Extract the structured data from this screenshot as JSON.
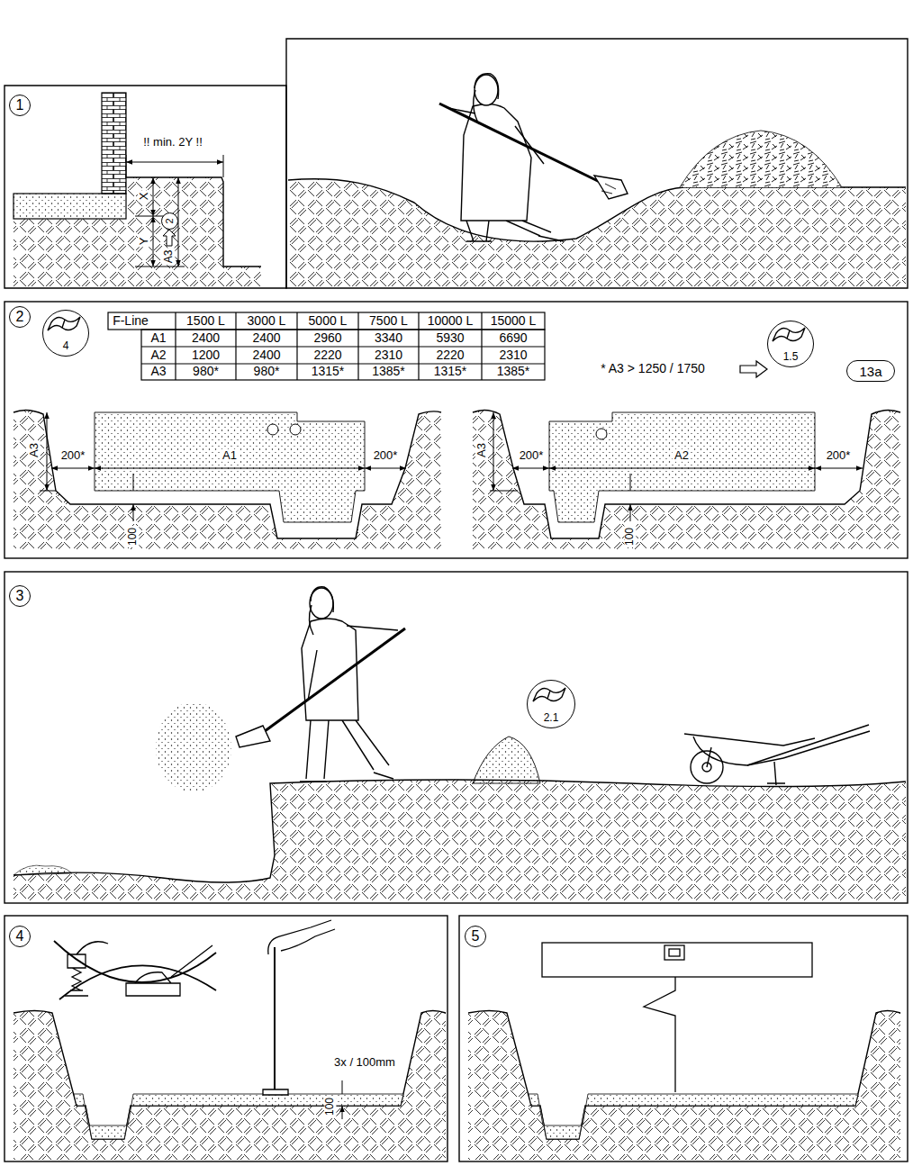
{
  "diagram": {
    "nodes": [
      {
        "text": [
          "1"
        ]
      },
      {
        "text": [
          "2"
        ]
      },
      {
        "text": [
          "2"
        ]
      },
      {
        "text": [
          "4"
        ]
      },
      {
        "text": [
          "1.5"
        ]
      },
      {
        "text": [
          "13a"
        ]
      },
      {
        "text": [
          "3"
        ]
      },
      {
        "text": [
          "2.1"
        ]
      },
      {
        "text": [
          "4"
        ]
      },
      {
        "text": [
          "5"
        ]
      }
    ],
    "labels": [
      "!! min. 2Y !!",
      "X",
      "Y",
      "A3",
      "F-Line",
      "1500 L",
      "3000 L",
      "5000 L",
      "7500 L",
      "10000 L",
      "15000 L",
      "A1",
      "2400",
      "2400",
      "2960",
      "3340",
      "5930",
      "6690",
      "A2",
      "1200",
      "2400",
      "2220",
      "2310",
      "2220",
      "2310",
      "A3",
      "980*",
      "980*",
      "1315*",
      "1385*",
      "1315*",
      "1385*",
      "* A3 > 1250 / 1750",
      "A3",
      "200*",
      "A1",
      "200*",
      "100",
      "A3",
      "200*",
      "A2",
      "200*",
      "100",
      "3x / 100mm",
      "100"
    ]
  }
}
